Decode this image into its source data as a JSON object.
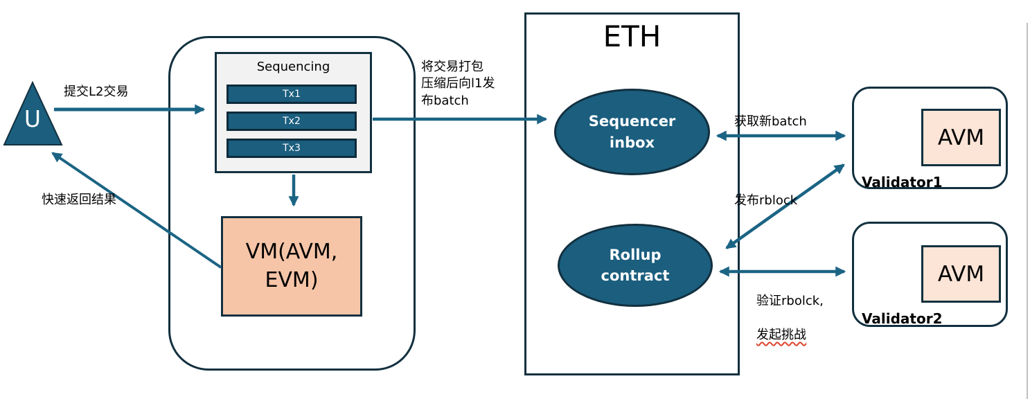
{
  "user": {
    "label": "U"
  },
  "l2_container": {
    "sequencing": {
      "title": "Sequencing",
      "transactions": [
        "Tx1",
        "Tx2",
        "Tx3"
      ]
    },
    "vm": {
      "label": "VM(AVM,\nEVM)"
    }
  },
  "eth": {
    "title": "ETH",
    "sequencer_inbox": {
      "label": "Sequencer\ninbox"
    },
    "rollup_contract": {
      "label": "Rollup\ncontract"
    }
  },
  "validators": [
    {
      "name": "Validator1",
      "vm_label": "AVM"
    },
    {
      "name": "Validator2",
      "vm_label": "AVM"
    }
  ],
  "edges": {
    "submit_l2": "提交L2交易",
    "fast_return": "快速返回结果",
    "publish_batch": "将交易打包\n压缩后向l1发\n布batch",
    "fetch_batch": "获取新batch",
    "publish_rblock": "发布rblock",
    "verify_rblock_line1": "验证rbolck,",
    "verify_rblock_line2": "发起挑战"
  },
  "colors": {
    "teal_fill": "#1B5E7E",
    "dark_border": "#12303F",
    "arrow": "#1B6484",
    "vm_peach": "#F6C5A8",
    "avm_peach": "#FCE4D6",
    "sequencing_bg": "#F2F2F2",
    "spellcheck_red": "#E0442C"
  }
}
